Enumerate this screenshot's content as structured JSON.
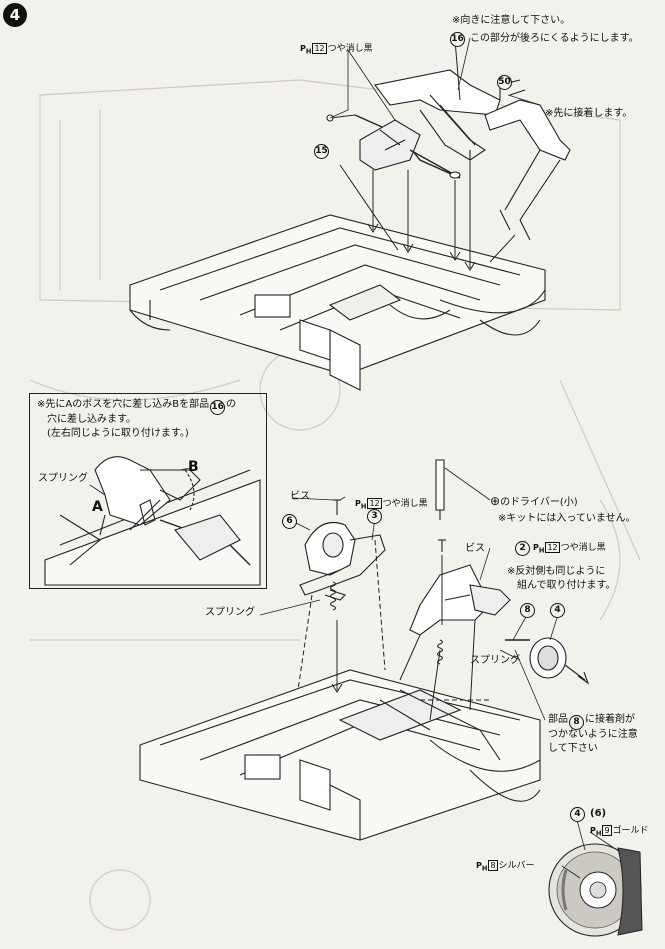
{
  "step": {
    "number": "4"
  },
  "top": {
    "note_direction": "※向きに注意して下さい。",
    "part16": "16",
    "note_rear": "この部分が後ろにくるようにします。",
    "paint_part_label": "12",
    "paint_part_text": "つや消し黒",
    "part50": "50",
    "note_glue_first": "※先に接着します。",
    "part15": "15"
  },
  "inset": {
    "note_line1": "※先にAのボスを穴に差し込みBを部品",
    "note_part": "16",
    "note_line1_end": "の",
    "note_line2": "穴に差し込みます。",
    "note_line3": "(左右同じように取り付けます。)",
    "label_spring": "スプリング",
    "label_a": "A",
    "label_b": "B"
  },
  "bottom": {
    "label_screw_left": "ビス",
    "paint_left_num": "12",
    "paint_left_text": "つや消し黒",
    "part6": "6",
    "part3": "3",
    "label_spring_left": "スプリング",
    "driver_text": "のドライバー(小)",
    "kit_note": "※キットには入っていません。",
    "label_screw_right": "ビス",
    "part2": "2",
    "paint_right_num": "12",
    "paint_right_text": "つや消し黒",
    "opposite_line1": "※反対側も同じように",
    "opposite_line2": "組んで取り付けます。",
    "part8": "8",
    "part4": "4",
    "label_spring_right": "スプリング",
    "glue_line1": "部品",
    "glue_part": "8",
    "glue_line1_end": "に接着剤が",
    "glue_line2": "つかないように注意",
    "glue_line3": "して下さい"
  },
  "disc": {
    "part4": "4",
    "part6_paren": "(6)",
    "gold_num": "9",
    "gold_text": "ゴールド",
    "silver_num": "8",
    "silver_text": "シルバー"
  }
}
